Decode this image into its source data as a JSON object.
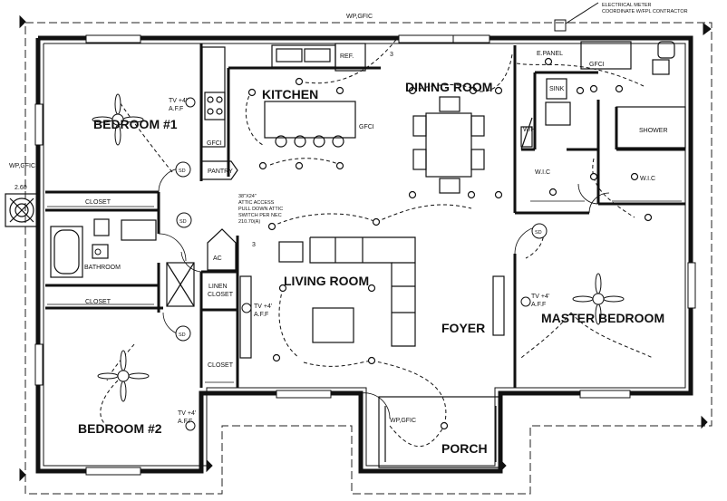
{
  "plan": {
    "rooms": {
      "bedroom1": "BEDROOM #1",
      "kitchen": "KITCHEN",
      "dining": "DINING ROOM",
      "living": "LIVING ROOM",
      "foyer": "FOYER",
      "master": "MASTER BEDROOM",
      "bedroom2": "BEDROOM #2",
      "porch": "PORCH"
    },
    "small_labels": {
      "closet_top": "CLOSET",
      "closet_mid": "CLOSET",
      "closet_bottom": "CLOSET",
      "bathroom": "BATHROOM",
      "linen_closet_1": "LINEN",
      "linen_closet_2": "CLOSET",
      "pantry": "PANTRY",
      "ac": "AC",
      "ref": "REF.",
      "sink": "SINK",
      "shower": "SHOWER",
      "e_panel": "E.PANEL",
      "wh": "W/H",
      "wic_left": "W.I.C",
      "wic_right": "W.I.C",
      "gfci_kitchen_left": "GFCI",
      "gfci_kitchen_right": "GFCI",
      "gfci_bath": "GFCI",
      "wp_gfic_top": "WP,GFIC",
      "wp_gfic_left": "WP,GFIC",
      "wp_gfic_porch": "WP,GFIC",
      "ac_unit_size": "2.60",
      "tv_kitchen_1": "TV +4'",
      "tv_kitchen_2": "A.F.F",
      "tv_living_1": "TV +4'",
      "tv_living_2": "A.F.F",
      "tv_master_1": "TV +4'",
      "tv_master_2": "A.F.F",
      "tv_bed2_1": "TV +4'",
      "tv_bed2_2": "A.F.F",
      "attic_1": "38\"X24\"",
      "attic_2": "ATTIC ACCESS",
      "attic_3": "PULL DOWN ATTIC",
      "attic_4": "SWITCH PER NEC",
      "attic_5": "210.70(A)",
      "meter_1": "ELECTRICAL METER",
      "meter_2": "COORDINATE W/FPL CONTRACTOR",
      "sd": "SD",
      "three_way_1": "3",
      "three_way_2": "3"
    }
  }
}
